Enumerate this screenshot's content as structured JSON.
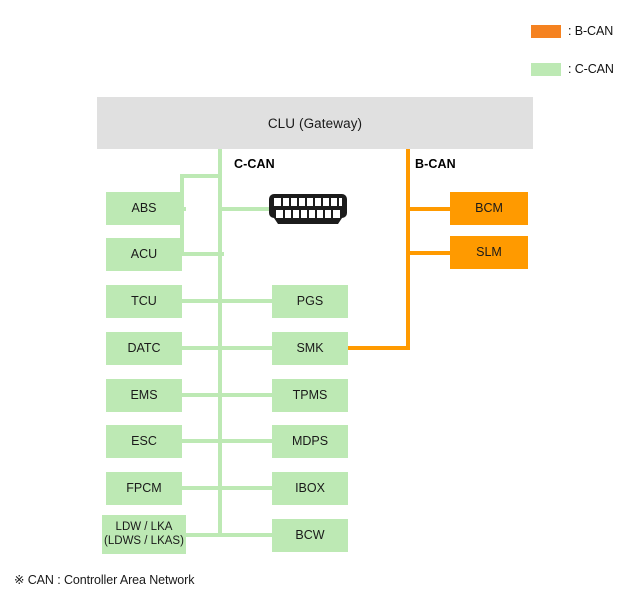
{
  "legend": {
    "items": [
      {
        "label": ": B-CAN",
        "color": "#f58220",
        "name": "b-can"
      },
      {
        "label": ": C-CAN",
        "color": "#bde9b4",
        "name": "c-can"
      }
    ]
  },
  "diagram": {
    "gateway": {
      "label": "CLU (Gateway)",
      "color": "#e0e0e0"
    },
    "buses": [
      {
        "id": "c-can",
        "label": "C-CAN",
        "color": "#bde9b4"
      },
      {
        "id": "b-can",
        "label": "B-CAN",
        "color": "#ff9a00"
      }
    ],
    "connector": {
      "name": "obd-connector",
      "pin_rows": 2,
      "pins_per_row": 8
    },
    "c_can_left_nodes": [
      {
        "label": "ABS"
      },
      {
        "label": "ACU"
      },
      {
        "label": "TCU"
      },
      {
        "label": "DATC"
      },
      {
        "label": "EMS"
      },
      {
        "label": "ESC"
      },
      {
        "label": "FPCM"
      },
      {
        "label": "LDW / LKA",
        "label2": "(LDWS / LKAS)"
      }
    ],
    "c_can_mid_nodes": [
      {
        "label": "PGS"
      },
      {
        "label": "SMK"
      },
      {
        "label": "TPMS"
      },
      {
        "label": "MDPS"
      },
      {
        "label": "IBOX"
      },
      {
        "label": "BCW"
      }
    ],
    "b_can_nodes": [
      {
        "label": "BCM"
      },
      {
        "label": "SLM"
      }
    ]
  },
  "footnote": {
    "text": "※ CAN : Controller Area Network"
  }
}
